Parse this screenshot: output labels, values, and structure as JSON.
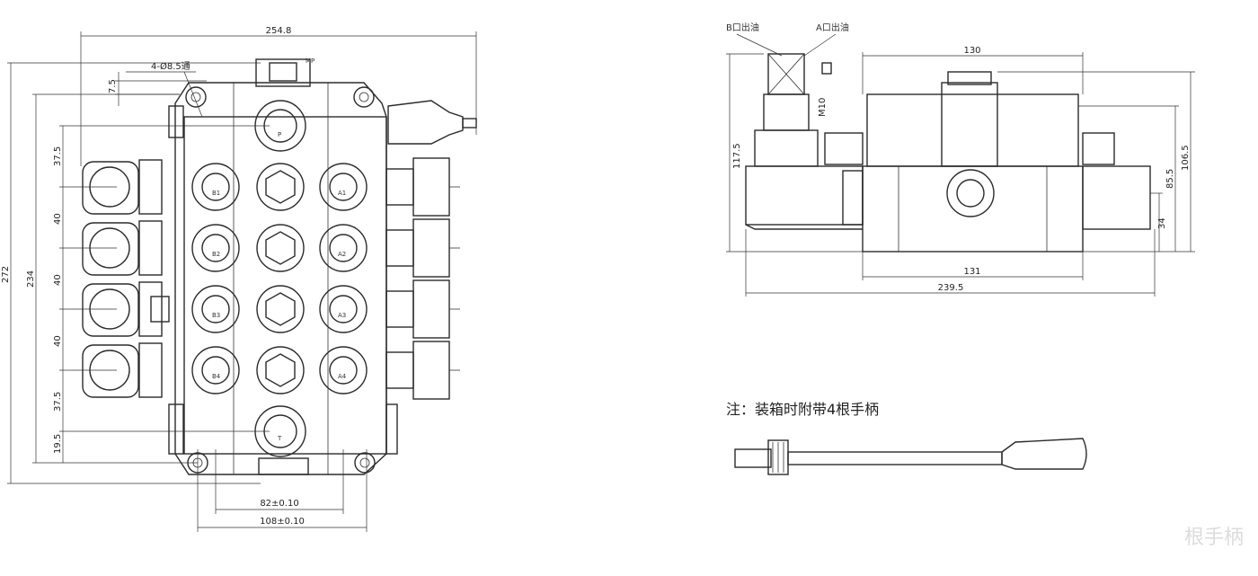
{
  "front_view": {
    "dims": {
      "overall_width": "254.8",
      "hole_spec": "4-Ø8.5通",
      "offset_top": "7.5",
      "height_total": "272",
      "height_holes": "234",
      "pitch_top": "37.5",
      "pitch_1": "40",
      "pitch_2": "40",
      "pitch_3": "40",
      "pitch_bottom": "37.5",
      "offset_bottom": "19.5",
      "width_82": "82±0.10",
      "width_108": "108±0.10"
    },
    "ports": {
      "P_top": "P",
      "T_bottom": "T",
      "MP": "MP",
      "B1": "B1",
      "B2": "B2",
      "B3": "B3",
      "B4": "B4",
      "A1": "A1",
      "A2": "A2",
      "A3": "A3",
      "A4": "A4"
    }
  },
  "side_view": {
    "labels": {
      "b_port": "B口出油",
      "a_port": "A口出油",
      "thread": "M10"
    },
    "dims": {
      "top_width": "130",
      "height_117": "117.5",
      "height_106": "106.5",
      "height_85": "85.5",
      "height_34": "34",
      "width_131": "131",
      "width_239": "239.5"
    }
  },
  "note": "注：装箱时附带4根手柄",
  "watermark": "根手柄"
}
